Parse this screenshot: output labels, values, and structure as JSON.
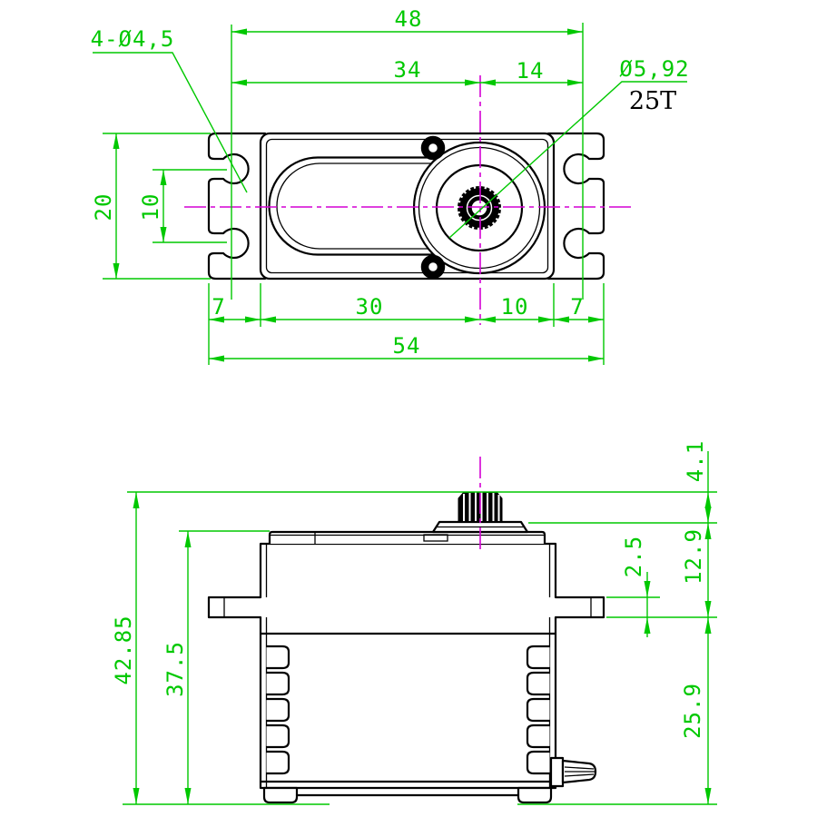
{
  "drawing": {
    "colors": {
      "dimension_green": "#00c800",
      "centerline_magenta": "#d400d4",
      "outline_black": "#000000",
      "background": "#ffffff"
    },
    "top_view": {
      "callouts": {
        "mounting_holes": "4-Ø4,5",
        "spline_diameter": "Ø5,92",
        "spline_teeth": "25T"
      },
      "dims": {
        "hole_span": "48",
        "hole_to_axis_left": "34",
        "axis_to_hole_right": "14",
        "tab_height": "20",
        "slot_pitch": "10",
        "tab_left": "7",
        "body_left_to_axis": "30",
        "axis_to_body_right": "10",
        "tab_right": "7",
        "overall_width": "54"
      }
    },
    "side_view": {
      "dims": {
        "spline_height": "4.1",
        "flange_thickness": "2.5",
        "top_to_flange_bottom": "12.9",
        "overall_height": "42.85",
        "body_height": "37.5",
        "flange_to_base": "25.9"
      }
    }
  }
}
